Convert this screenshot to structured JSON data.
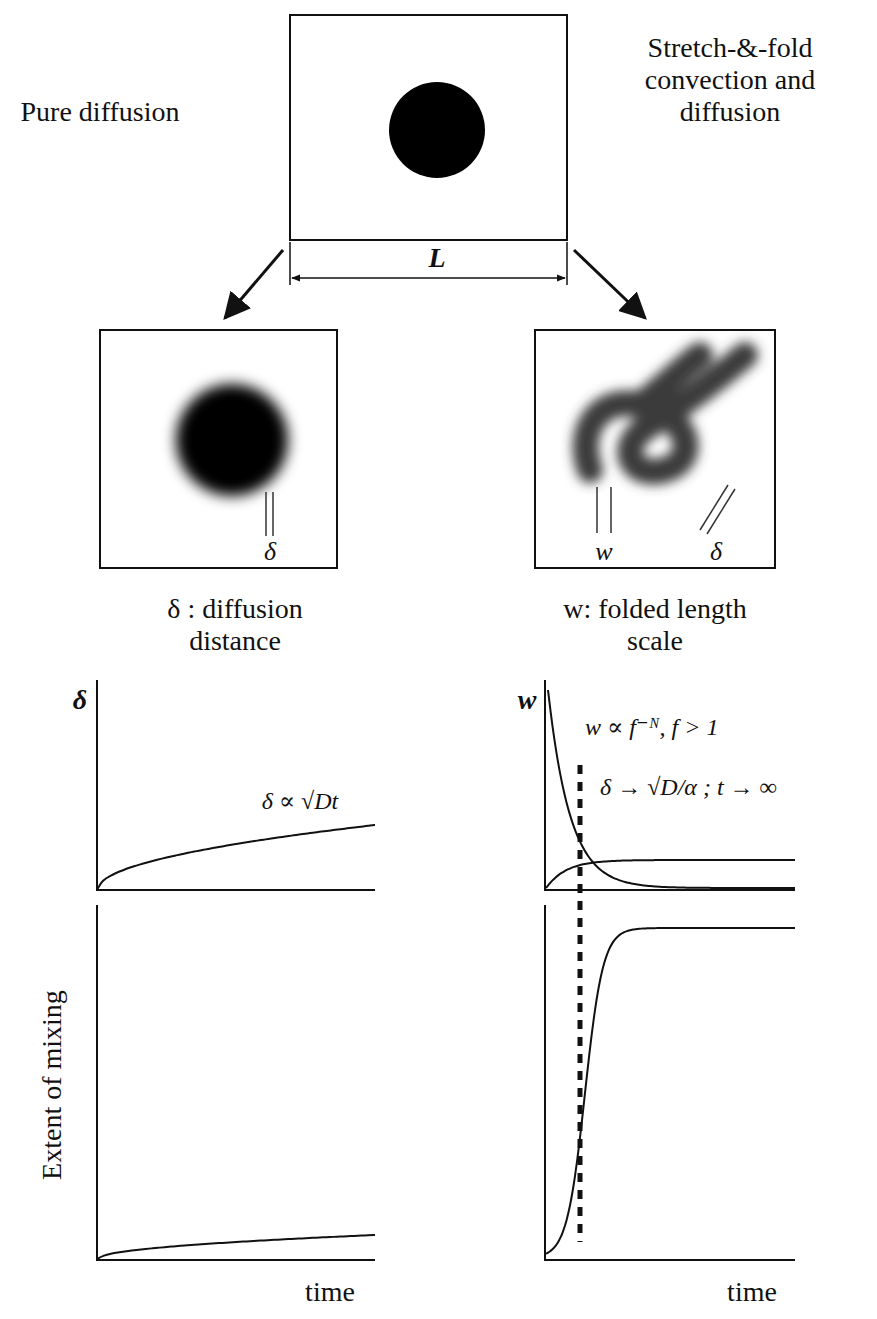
{
  "diagram": {
    "labels": [
      "Pure diffusion",
      "Stretch-&-fold convection and diffusion",
      "L",
      "δ",
      "w",
      "δ",
      "δ : diffusion distance",
      "w: folded length scale",
      "δ",
      "δ ∝ √Dt",
      "w",
      "w ∝ f⁻ᴺ, f > 1",
      "δ → √D/α ; t → ∞",
      "Extent of mixing",
      "time",
      "time"
    ]
  }
}
